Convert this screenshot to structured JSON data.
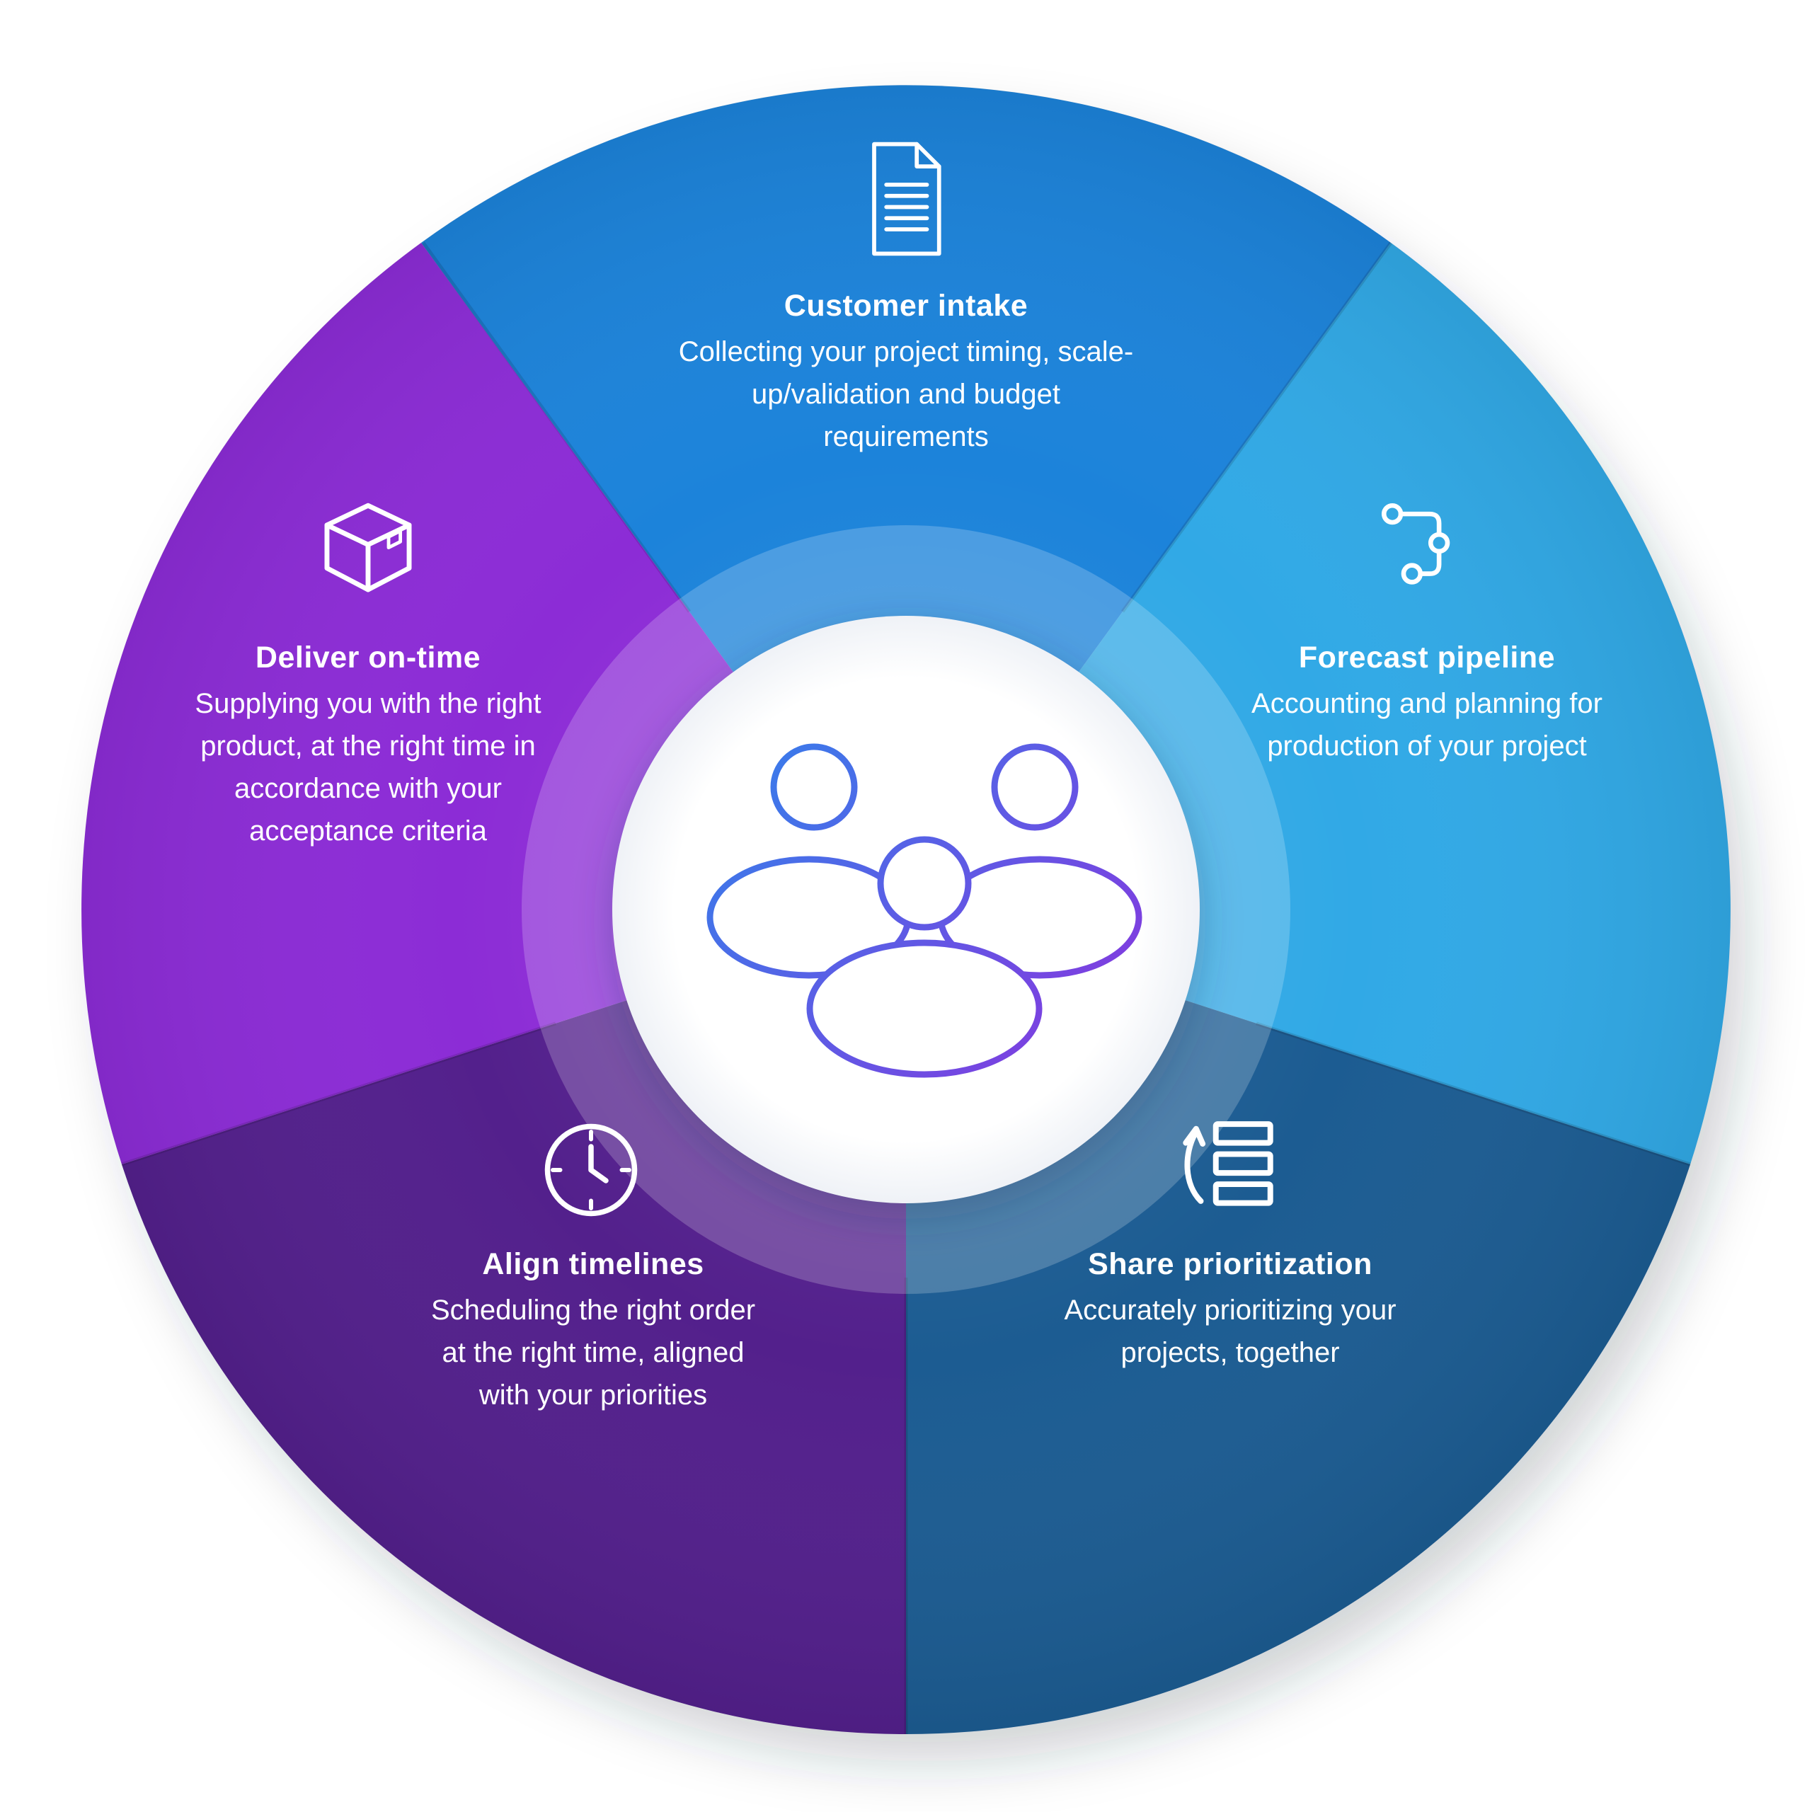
{
  "diagram": {
    "background_color": "#ffffff",
    "center": {
      "icon": "team-icon",
      "circle_color": "#ffffff",
      "icon_gradient": [
        "#3a7bea",
        "#7d3fe0"
      ]
    },
    "segments": [
      {
        "id": "customer-intake",
        "title": "Customer intake",
        "description": "Collecting your project timing, scale-up/validation and budget requirements",
        "color": "#1c83da",
        "icon": "document-icon"
      },
      {
        "id": "forecast-pipeline",
        "title": "Forecast pipeline",
        "description": "Accounting and planning for production of your project",
        "color": "#31a9e6",
        "icon": "pipeline-icon"
      },
      {
        "id": "share-prioritization",
        "title": "Share prioritization",
        "description": "Accurately prioritizing your projects, together",
        "color": "#1c5c92",
        "icon": "list-arrow-icon"
      },
      {
        "id": "align-timelines",
        "title": "Align timelines",
        "description": "Scheduling the right order at the right time, aligned with your priorities",
        "color": "#53208c",
        "icon": "clock-icon"
      },
      {
        "id": "deliver-on-time",
        "title": "Deliver on-time",
        "description": "Supplying you with the right product, at the right time in accordance with your acceptance criteria",
        "color": "#8c2cd6",
        "icon": "box-icon"
      }
    ]
  }
}
